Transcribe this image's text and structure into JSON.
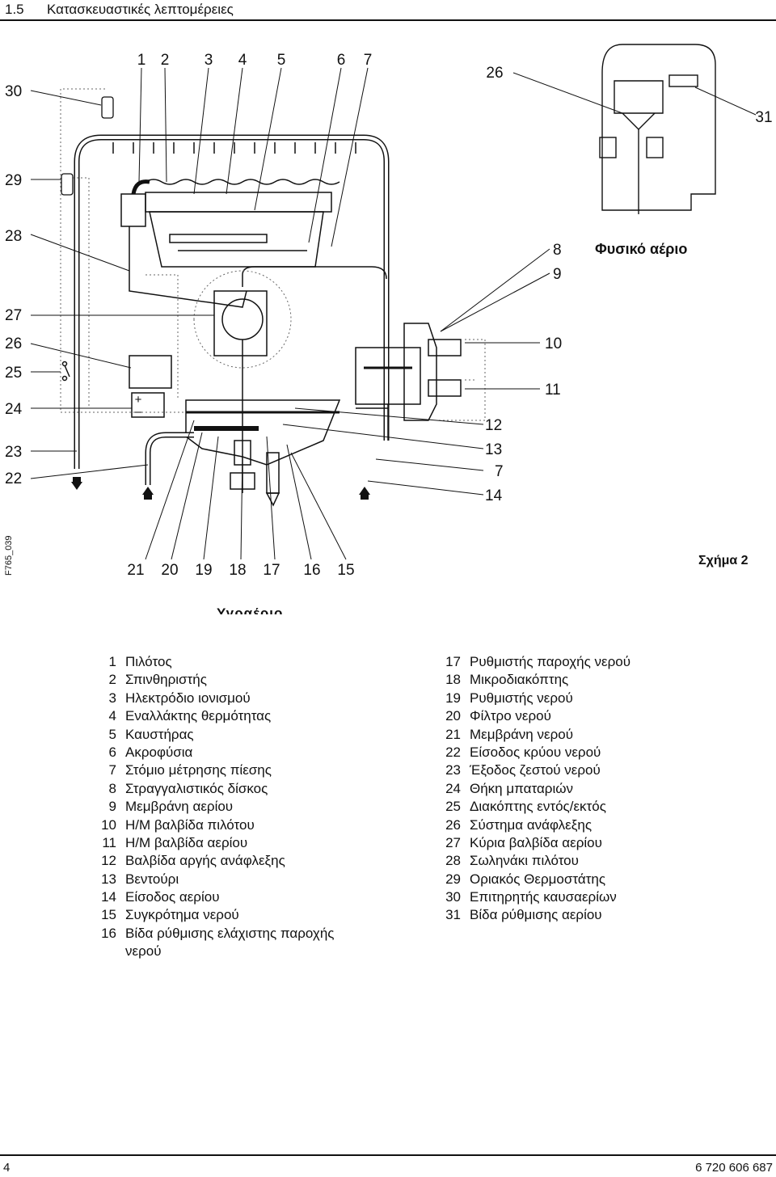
{
  "header": {
    "section_number": "1.5",
    "section_title": "Κατασκευαστικές λεπτομέρειες"
  },
  "diagram": {
    "top_callouts": [
      "1",
      "2",
      "3",
      "4",
      "5",
      "6",
      "7"
    ],
    "inset_callouts": [
      "26",
      "31"
    ],
    "left_callouts": [
      "30",
      "29",
      "28",
      "27",
      "26",
      "25",
      "24",
      "23",
      "22"
    ],
    "right_callouts": [
      "8",
      "9",
      "10",
      "11",
      "12",
      "13",
      "7",
      "14"
    ],
    "bottom_callouts": [
      "21",
      "20",
      "19",
      "18",
      "17",
      "16",
      "15"
    ],
    "natural_gas_label": "Φυσικό αέριο",
    "lpg_label": "Υγραέριο",
    "figure_label": "Σχήμα 2",
    "figure_code": "F765_039",
    "battery_plus": "+",
    "battery_minus": "–"
  },
  "legend_left": [
    {
      "n": "1",
      "t": "Πιλότος"
    },
    {
      "n": "2",
      "t": "Σπινθηριστής"
    },
    {
      "n": "3",
      "t": "Ηλεκτρόδιο ιονισμού"
    },
    {
      "n": "4",
      "t": "Εναλλάκτης θερμότητας"
    },
    {
      "n": "5",
      "t": "Καυστήρας"
    },
    {
      "n": "6",
      "t": "Ακροφύσια"
    },
    {
      "n": "7",
      "t": "Στόμιο μέτρησης πίεσης"
    },
    {
      "n": "8",
      "t": "Στραγγαλιστικός δίσκος"
    },
    {
      "n": "9",
      "t": "Μεμβράνη αερίου"
    },
    {
      "n": "10",
      "t": "Η/Μ βαλβίδα πιλότου"
    },
    {
      "n": "11",
      "t": "Η/Μ βαλβίδα αερίου"
    },
    {
      "n": "12",
      "t": "Βαλβίδα αργής ανάφλεξης"
    },
    {
      "n": "13",
      "t": "Βεντούρι"
    },
    {
      "n": "14",
      "t": "Είσοδος αερίου"
    },
    {
      "n": "15",
      "t": "Συγκρότημα νερού"
    },
    {
      "n": "16",
      "t": "Βίδα ρύθμισης ελάχιστης παροχής νερού"
    }
  ],
  "legend_right": [
    {
      "n": "17",
      "t": "Ρυθμιστής παροχής νερού"
    },
    {
      "n": "18",
      "t": "Μικροδιακόπτης"
    },
    {
      "n": "19",
      "t": "Ρυθμιστής νερού"
    },
    {
      "n": "20",
      "t": "Φίλτρο νερού"
    },
    {
      "n": "21",
      "t": "Μεμβράνη νερού"
    },
    {
      "n": "22",
      "t": "Είσοδος κρύου νερού"
    },
    {
      "n": "23",
      "t": "Έξοδος ζεστού νερού"
    },
    {
      "n": "24",
      "t": "Θήκη μπαταριών"
    },
    {
      "n": "25",
      "t": "Διακόπτης εντός/εκτός"
    },
    {
      "n": "26",
      "t": "Σύστημα ανάφλεξης"
    },
    {
      "n": "27",
      "t": "Κύρια βαλβίδα αερίου"
    },
    {
      "n": "28",
      "t": "Σωληνάκι πιλότου"
    },
    {
      "n": "29",
      "t": "Οριακός Θερμοστάτης"
    },
    {
      "n": "30",
      "t": "Επιτηρητής καυσαερίων"
    },
    {
      "n": "31",
      "t": "Βίδα ρύθμισης αερίου"
    }
  ],
  "footer": {
    "page": "4",
    "code": "6 720 606 687"
  }
}
